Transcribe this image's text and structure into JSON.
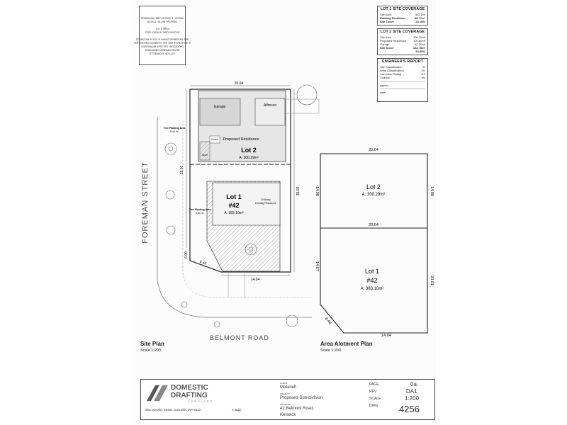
{
  "stamp": {
    "lines": [
      "CITY OF GOSNELLS",
      "DEVELOPMENT SERVICES",
      "DA2022/367 has been APPROVED",
      "in accordance with any conditions imposed and",
      "any annotations shown in red on the plan(s)",
      "",
      "Decision Date: 8 March 2022",
      "Page 1 of 1",
      "",
      "Objective Ref ID: 724178",
      "Version: 1 Version Date: 08/03/2022"
    ]
  },
  "coverage1": {
    "title": "LOT 1 SITE COVERAGE",
    "rows": [
      {
        "label": "Site Area",
        "value": "383.1m²"
      },
      {
        "label": "Existing Residence",
        "value": "88.77m²"
      },
      {
        "label": "Site Cover",
        "value": "23.18%"
      }
    ]
  },
  "coverage2": {
    "title": "LOT 2 SITE COVERAGE",
    "rows": [
      {
        "label": "Site Area",
        "value": "300.29m²"
      },
      {
        "label": "Proposed Residence",
        "value": "120.60m²"
      },
      {
        "label": "Garage",
        "value": "42.50m²"
      },
      {
        "label": "Site Cover",
        "value": "164.75m²"
      },
      {
        "label": "",
        "value": "54.85%"
      }
    ]
  },
  "engineer": {
    "title": "ENGINEER'S REPORT",
    "rows": [
      {
        "label": "Site Classification",
        "value": "'A'"
      },
      {
        "label": "Wind Classification",
        "value": "N1"
      },
      {
        "label": "Corrosion Rating",
        "value": "AS"
      },
      {
        "label": "Coastal",
        "value": "No"
      }
    ],
    "signed_label": "signed",
    "date_label": "date"
  },
  "site_plan": {
    "title": "Site Plan",
    "scale": "Scale 1:200",
    "street_name": "FOREMAN STREET",
    "road_name": "BELMONT ROAD",
    "dims": {
      "top": "20.04",
      "left_upper": "29.00",
      "right": "35.00",
      "bottom": "14.04",
      "truncation": "6.00",
      "splay": "8.48"
    },
    "lot2": {
      "title": "Lot 2",
      "area": "A: 300.29m²",
      "residence": "Proposed Residence"
    },
    "lot1": {
      "title": "Lot 1",
      "number": "#42",
      "area": "A: 383.10m²",
      "existing": "Existing Residence"
    },
    "rooms": {
      "garage": "Garage",
      "alfresco": "Alfresco",
      "store": "Store",
      "porch": "Porch",
      "double_storey": "D/Storey"
    },
    "tree_area": "Tree Planting Area",
    "tree_area_size": "9.00 m²"
  },
  "area_plan": {
    "title": "Area Alotment Plan",
    "scale": "Scale 1:200",
    "lot2": {
      "title": "Lot 2",
      "area": "A: 300.29m²"
    },
    "lot1": {
      "title": "Lot 1",
      "number": "#42",
      "area": "A: 383.10m²"
    },
    "dims": {
      "top": "20.04",
      "mid": "20.04",
      "bottom": "14.04",
      "lot2_left": "14.98",
      "lot2_right": "14.98",
      "lot1_left": "14.07",
      "lot1_right": "20.01",
      "splay": "8.48"
    }
  },
  "title_block": {
    "company_line1": "DOMESTIC",
    "company_line2": "DRAFTING",
    "company_line3": "SERVICES",
    "address": "25a Dorothy Street, Gosnells, WA 6110",
    "copyright": "© 2021",
    "client_label": "CLIENT",
    "client": "Mataneh",
    "project_label": "PROJECT",
    "project": "Proposed Sub-division",
    "address_label": "ADDRESS",
    "site_address": "42 Belmont Road,",
    "suburb": "Kenwick",
    "page_label": "PAGE",
    "page": "0a",
    "rev_label": "REV",
    "rev": "DA1",
    "scale_label": "SCALE",
    "scale": "1:200",
    "dwg_label": "DWG",
    "dwg": "4256"
  },
  "colors": {
    "line": "#333333",
    "hatch": "#9a9a9a",
    "shade": "#e2e2e2"
  }
}
